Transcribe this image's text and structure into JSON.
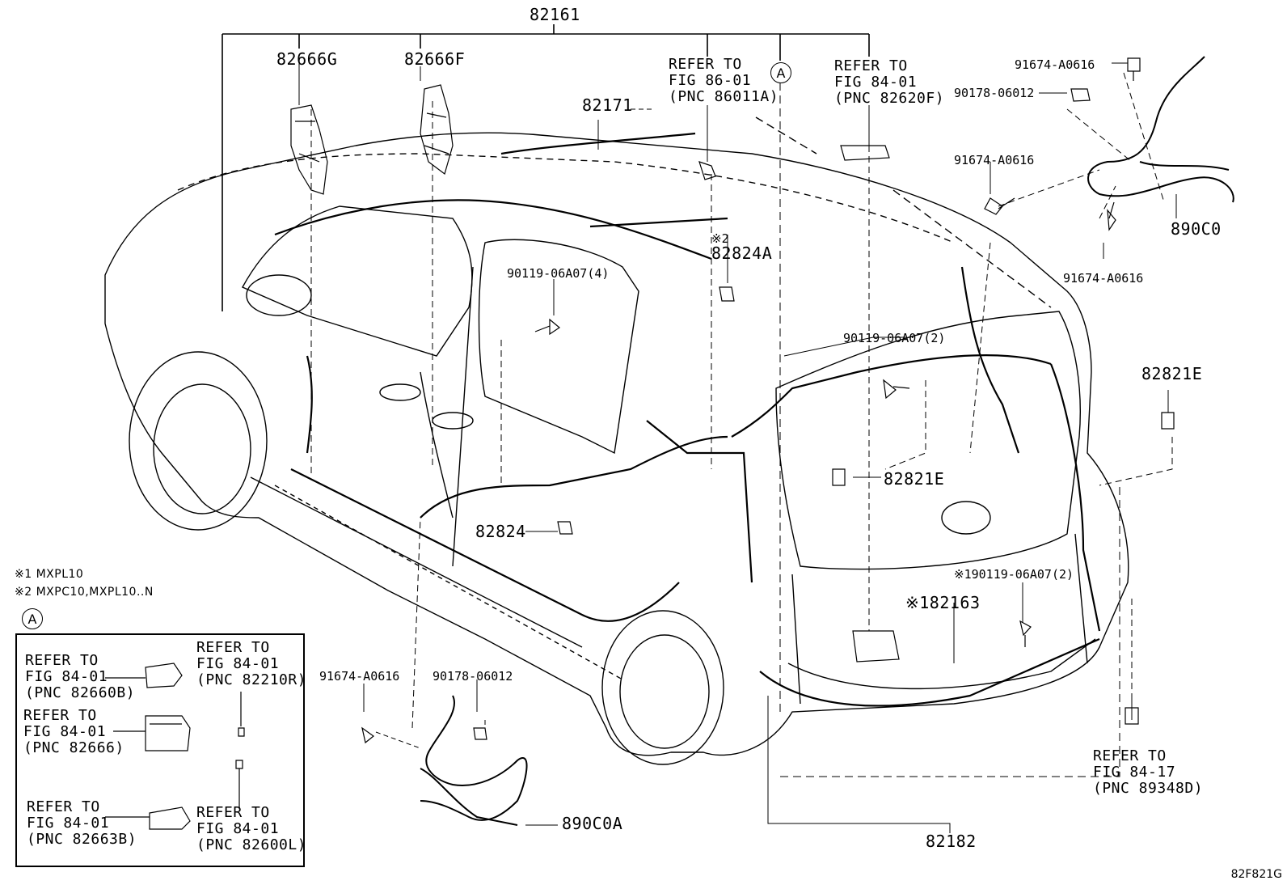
{
  "labels": {
    "p82161": "82161",
    "p82666G": "82666G",
    "p82666F": "82666F",
    "p82171": "82171",
    "ref86": [
      "REFER TO",
      "FIG 86-01",
      "(PNC 86011A)"
    ],
    "circleA": "A",
    "ref84_82620F": [
      "REFER TO",
      "FIG 84-01",
      "(PNC 82620F)"
    ],
    "p91674_top": "91674-A0616",
    "p90178_top": "90178-06012",
    "p91674_mid": "91674-A0616",
    "p890C0": "890C0",
    "p91674_low": "91674-A0616",
    "mark2": "※2",
    "p82824A": "82824A",
    "p90119_4": "90119-06A07(4)",
    "p90119_2": "90119-06A07(2)",
    "p82821E_right": "82821E",
    "p82821E_mid": "82821E",
    "p82824": "82824",
    "note1": "※1 MXPL10",
    "note2": "※2 MXPC10,MXPL10..N",
    "p90119_2b": "※190119-06A07(2)",
    "p82163": "※182163",
    "p91674_bottom": "91674-A0616",
    "p90178_bottom": "90178-06012",
    "p890C0A": "890C0A",
    "ref84_17": [
      "REFER TO",
      "FIG 84-17",
      "(PNC 89348D)"
    ],
    "p82182": "82182",
    "figcode": "82F821G"
  },
  "inset": {
    "circle": "A",
    "ref_82660B": [
      "REFER TO",
      "FIG 84-01",
      "(PNC 82660B)"
    ],
    "ref_82210R": [
      "REFER TO",
      "FIG 84-01",
      "(PNC 82210R)"
    ],
    "ref_82666": [
      "REFER TO",
      "FIG 84-01",
      "(PNC 82666)"
    ],
    "ref_82663B": [
      "REFER TO",
      "FIG 84-01",
      "(PNC 82663B)"
    ],
    "ref_82600L": [
      "REFER TO",
      "FIG 84-01",
      "(PNC 82600L)"
    ]
  }
}
